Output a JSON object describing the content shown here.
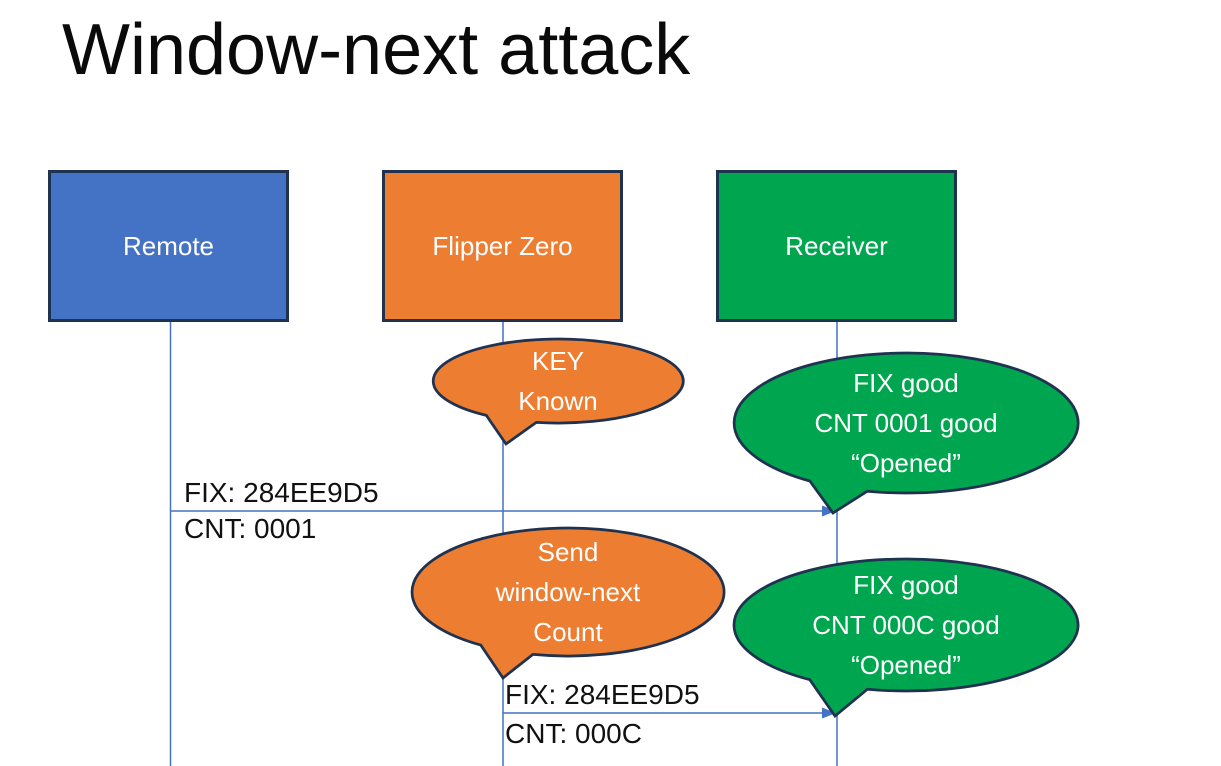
{
  "slide": {
    "title": "Window-next attack"
  },
  "actors": [
    {
      "id": "remote",
      "label": "Remote",
      "fill": "#4472C4"
    },
    {
      "id": "flipper-zero",
      "label": "Flipper Zero",
      "fill": "#ED7D31"
    },
    {
      "id": "receiver",
      "label": "Receiver",
      "fill": "#00A64F"
    }
  ],
  "callouts": [
    {
      "id": "key-known",
      "lines": [
        "KEY",
        "Known"
      ],
      "fill": "#ED7D31"
    },
    {
      "id": "receiver-opened-1",
      "lines": [
        "FIX good",
        "CNT 0001 good",
        "“Opened”"
      ],
      "fill": "#00A64F"
    },
    {
      "id": "send-window-next",
      "lines": [
        "Send",
        "window-next",
        "Count"
      ],
      "fill": "#ED7D31"
    },
    {
      "id": "receiver-opened-2",
      "lines": [
        "FIX good",
        "CNT 000C good",
        "“Opened”"
      ],
      "fill": "#00A64F"
    }
  ],
  "messages": [
    {
      "id": "remote-to-receiver",
      "line1": "FIX: 284EE9D5",
      "line2": "CNT: 0001"
    },
    {
      "id": "flipper-to-receiver",
      "line1": "FIX: 284EE9D5",
      "line2": "CNT: 000C"
    }
  ],
  "colors": {
    "connector": "#4472C4",
    "shape_outline": "#1F3250",
    "title_text": "#0A0A0A",
    "label_text": "#111111",
    "shape_text": "#FFFFFF"
  }
}
